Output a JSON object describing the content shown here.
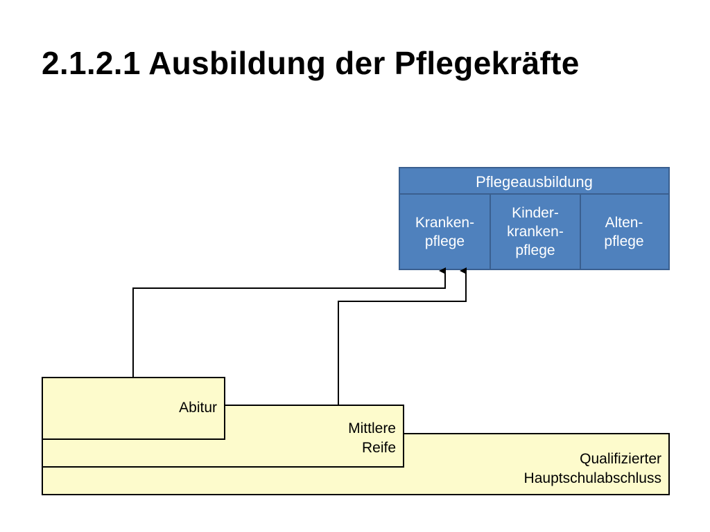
{
  "title": "2.1.2.1 Ausbildung der Pflegekräfte",
  "pflegeausbildung": {
    "header": "Pflegeausbildung",
    "columns": [
      {
        "label": "Kranken-\npflege"
      },
      {
        "label": "Kinder-\nkranken-\npflege"
      },
      {
        "label": "Alten-\npflege"
      }
    ]
  },
  "schulabschluesse": {
    "abitur": "Abitur",
    "mittlere_reife": "Mittlere\nReife",
    "hauptschulabschluss": "Qualifizierter\nHauptschulabschluss"
  },
  "colors": {
    "pflege_fill": "#4f81bd",
    "school_fill": "#fdfbcc",
    "line": "#000000"
  }
}
